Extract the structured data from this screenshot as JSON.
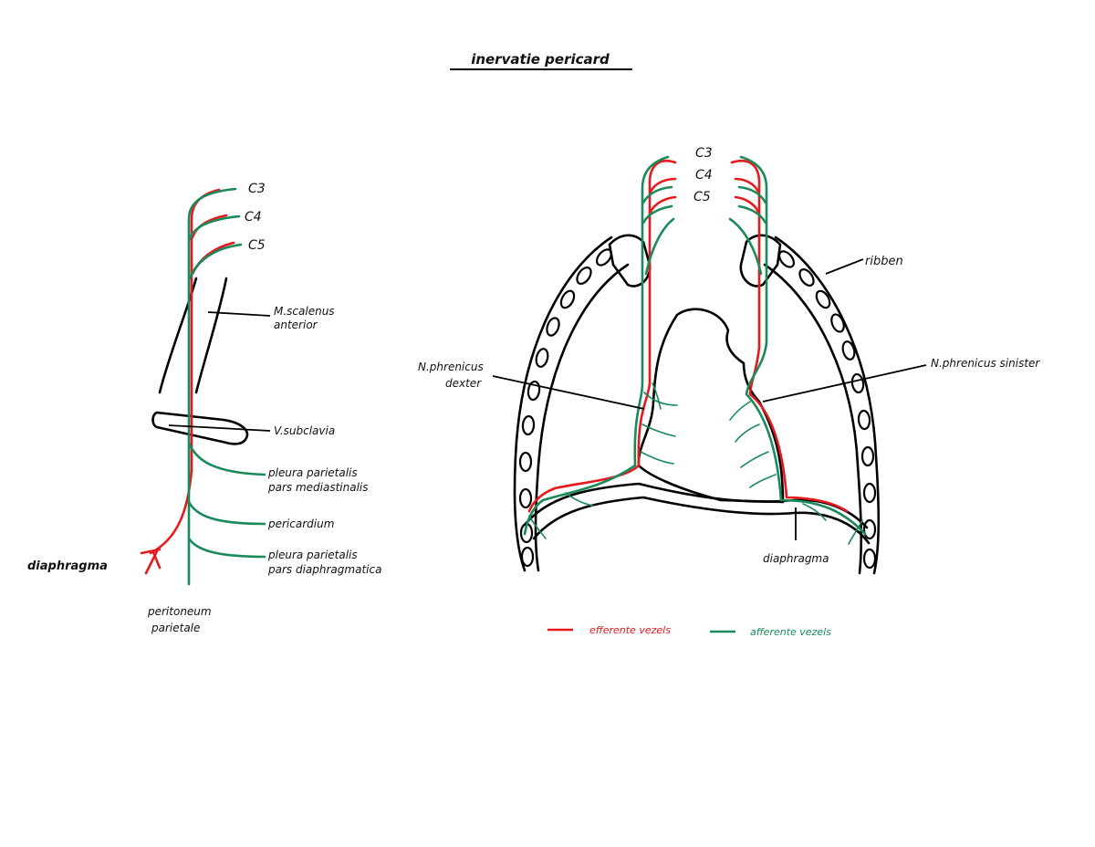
{
  "title": "inervatie pericard",
  "colors": {
    "efferent": "#e8191d",
    "afferent": "#1b8a5a",
    "ink": "#000000"
  },
  "left_diagram": {
    "roots": [
      "C3",
      "C4",
      "C5"
    ],
    "labels": {
      "scalenus_line1": "M.scalenus",
      "scalenus_line2": "anterior",
      "subclavia": "V.subclavia",
      "pleura_med_line1": "pleura parietalis",
      "pleura_med_line2": "pars mediastinalis",
      "pericardium": "pericardium",
      "pleura_diaph_line1": "pleura parietalis",
      "pleura_diaph_line2": "pars diaphragmatica",
      "diaphragma": "diaphragma",
      "peritoneum_line1": "peritoneum",
      "peritoneum_line2": "parietale"
    }
  },
  "right_diagram": {
    "roots": [
      "C3",
      "C4",
      "C5"
    ],
    "labels": {
      "ribben": "ribben",
      "phrenicus_dexter_line1": "N.phrenicus",
      "phrenicus_dexter_line2": "dexter",
      "phrenicus_sinister": "N.phrenicus sinister",
      "diaphragma": "diaphragma"
    }
  },
  "legend": [
    {
      "label": "efferente vezels",
      "color": "#e8191d"
    },
    {
      "label": "afferente vezels",
      "color": "#1b8a5a"
    }
  ]
}
